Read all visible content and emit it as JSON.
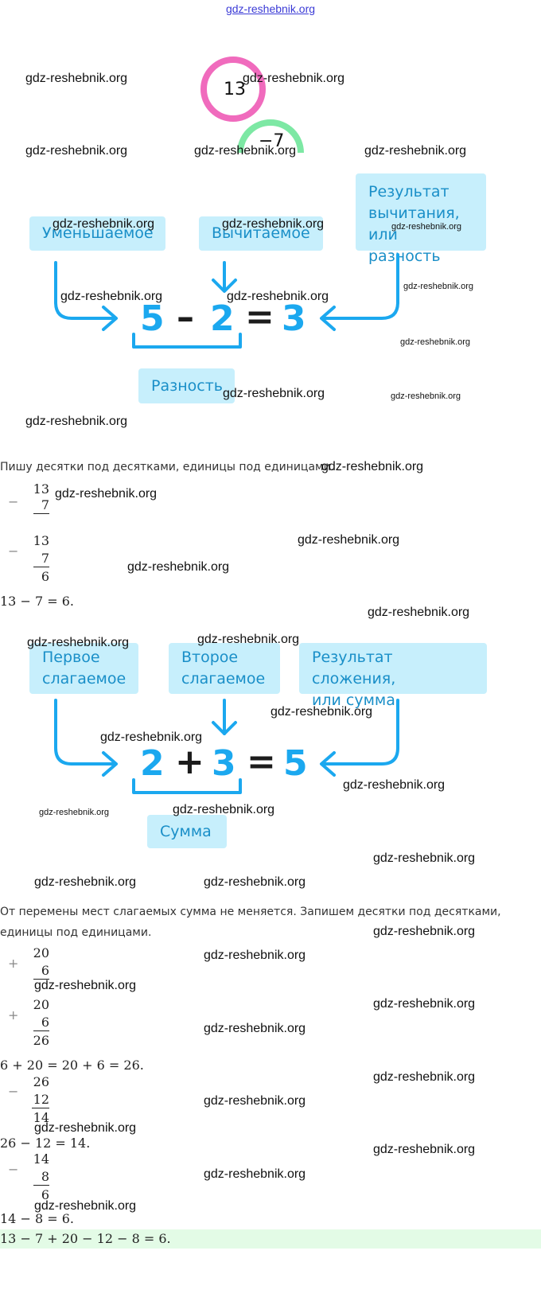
{
  "watermark": "gdz-reshebnik.org",
  "header": {
    "site_link": "gdz-reshebnik.org"
  },
  "circles": {
    "top": "13",
    "bottom": "−7"
  },
  "subtraction_diagram": {
    "minuend": "Уменьшаемое",
    "subtrahend": "Вычитаемое",
    "result_line1": "Результат",
    "result_line2": "вычитания,",
    "result_line3": "или разность",
    "a": "5",
    "op": "–",
    "b": "2",
    "eq": "=",
    "c": "3",
    "bracket_label": "Разность"
  },
  "text1": "Пишу десятки под десятками, единицы под единицами.",
  "sub_col1": {
    "sign": "−",
    "top": "13",
    "bottom": "7"
  },
  "sub_col2": {
    "sign": "−",
    "top": "13",
    "bottom": "7",
    "result": "6"
  },
  "result1": "13 − 7 = 6.",
  "addition_diagram": {
    "addend1_line1": "Первое",
    "addend1_line2": "слагаемое",
    "addend2_line1": "Второе",
    "addend2_line2": "слагаемое",
    "result_line1": "Результат сложения,",
    "result_line2": "или сумма",
    "a": "2",
    "op": "+",
    "b": "3",
    "eq": "=",
    "c": "5",
    "bracket_label": "Сумма"
  },
  "text2_line1": "От перемены мест слагаемых сумма не меняется. Запишем десятки под десятками,",
  "text2_line2": "единицы под единицами.",
  "add_col1": {
    "sign": "+",
    "top": "20",
    "bottom": "6"
  },
  "add_col2": {
    "sign": "+",
    "top": "20",
    "bottom": "6",
    "result": "26"
  },
  "result2": "6 + 20 = 20 + 6 = 26.",
  "sub_col3": {
    "sign": "−",
    "top": "26",
    "bottom": "12",
    "result": "14"
  },
  "result3": "26 − 12 = 14.",
  "sub_col4": {
    "sign": "−",
    "top": "14",
    "bottom": "8",
    "result": "6"
  },
  "result4": "14 − 8 = 6.",
  "final_answer": "13 − 7 + 20 − 12 − 8 = 6.",
  "colors": {
    "box_bg": "#c7effc",
    "box_text": "#1a8fc8",
    "accent": "#1ba8ef",
    "pink": "#f06bbd",
    "green": "#7de8a4",
    "highlight": "#e3fbe6"
  }
}
